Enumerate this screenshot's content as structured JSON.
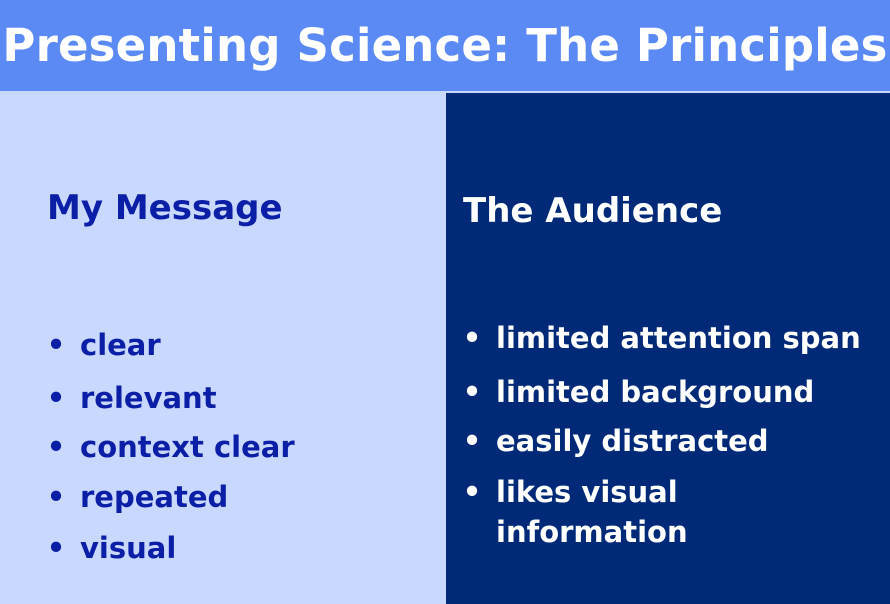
{
  "slide": {
    "title": "Presenting Science: The Principles",
    "left": {
      "heading": "My Message",
      "items": [
        "clear",
        "relevant",
        "context clear",
        "repeated",
        "visual"
      ]
    },
    "right": {
      "heading": "The Audience",
      "items": [
        "limited attention span",
        "limited background",
        "easily distracted",
        "likes visual",
        "information"
      ]
    },
    "bullet_glyph": "•",
    "colors": {
      "title_bar": "#5b8af5",
      "left_panel": "#c9d8ff",
      "right_panel": "#002a78",
      "left_text": "#0a1ea6",
      "right_text": "#ffffff"
    }
  }
}
